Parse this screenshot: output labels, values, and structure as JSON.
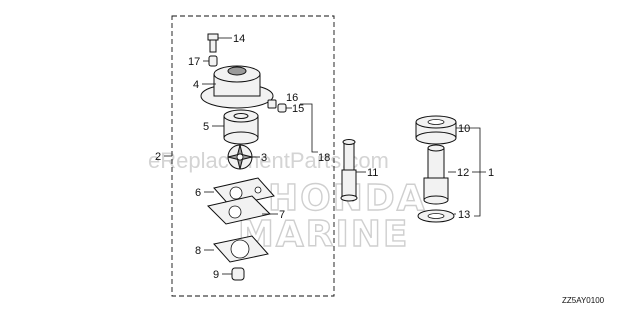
{
  "watermark": {
    "url_text": "eReplacementParts.com",
    "brand_top": "HONDA",
    "brand_bottom": "MARINE"
  },
  "diagram_code": "ZZ5AY0100",
  "callouts": {
    "n1": "1",
    "n2": "2",
    "n3": "3",
    "n4": "4",
    "n5": "5",
    "n6": "6",
    "n7": "7",
    "n8": "8",
    "n9": "9",
    "n10": "10",
    "n11": "11",
    "n12": "12",
    "n13": "13",
    "n14": "14",
    "n15": "15",
    "n16": "16",
    "n17": "17",
    "n18": "18"
  }
}
